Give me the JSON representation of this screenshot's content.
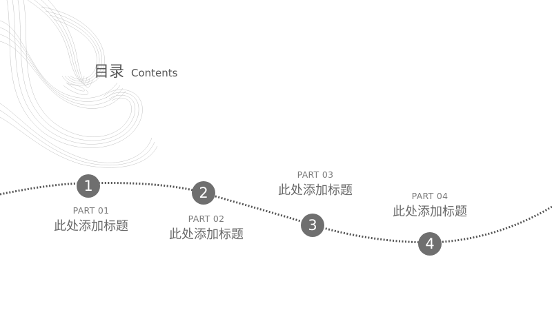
{
  "header": {
    "title_cn": "目录",
    "title_en": "Contents"
  },
  "sections": [
    {
      "number": "1",
      "part": "PART 01",
      "heading": "此处添加标题"
    },
    {
      "number": "2",
      "part": "PART 02",
      "heading": "此处添加标题"
    },
    {
      "number": "3",
      "part": "PART 03",
      "heading": "此处添加标题"
    },
    {
      "number": "4",
      "part": "PART 04",
      "heading": "此处添加标题"
    }
  ],
  "colors": {
    "node": "#6f6f6f",
    "text": "#6a6a6a",
    "wave_dots": "#555555"
  }
}
